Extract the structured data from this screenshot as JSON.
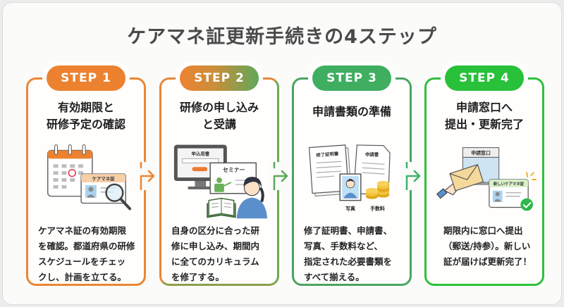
{
  "title": "ケアマネ証更新手続きの4ステップ",
  "colors": {
    "step1": "#ec8230",
    "step2_from": "#ee8231",
    "step2_to": "#5fa85a",
    "step3": "#3fae61",
    "step4": "#29c03a",
    "title_text": "#4a4a4a"
  },
  "steps": [
    {
      "badge": "STEP 1",
      "title_line1": "有効期限と",
      "title_line2": "研修予定の確認",
      "illustration": {
        "icons": [
          "calendar-icon",
          "id-card-icon",
          "magnifier-icon"
        ],
        "card_label": "ケアマネ証"
      },
      "desc_lines": [
        "ケアマネ証の有効期限",
        "を確認。都道府県の研修",
        "スケジュールをチェッ",
        "クし、計画を立てる。"
      ]
    },
    {
      "badge": "STEP 2",
      "title_line1": "研修の申し込み",
      "title_line2": "と受講",
      "illustration": {
        "icons": [
          "monitor-icon",
          "seminar-board-icon",
          "student-icon",
          "book-icon"
        ],
        "form_label": "申込用書",
        "board_label": "セミナー"
      },
      "desc_lines": [
        "自身の区分に合った研",
        "修に申し込み、期間内",
        "に全てのカリキュラム",
        "を修了する。"
      ]
    },
    {
      "badge": "STEP 3",
      "title_line1": "申請書類の準備",
      "title_line2": "",
      "illustration": {
        "icons": [
          "document-icon",
          "document-icon",
          "photo-icon",
          "coins-icon"
        ],
        "doc1_label": "修了証明書",
        "doc2_label": "申請書",
        "photo_label": "写真",
        "fee_label": "手数料"
      },
      "desc_lines": [
        "修了証明書、申請書、",
        "写真、手数料など、",
        "指定された必要書類を",
        "すべて揃える。"
      ]
    },
    {
      "badge": "STEP 4",
      "title_line1": "申請窓口へ",
      "title_line2": "提出・更新完了",
      "illustration": {
        "icons": [
          "counter-window-icon",
          "envelope-icon",
          "hand-icon",
          "new-card-icon",
          "check-icon"
        ],
        "window_label": "申請窓口",
        "card_label": "新しいケアマネ証"
      },
      "desc_lines": [
        "期限内に窓口へ提出",
        "（郵送/持参）。新しい",
        "証が届けば更新完了！"
      ]
    }
  ],
  "arrows": [
    "arrow-right-icon",
    "arrow-right-icon",
    "arrow-right-icon"
  ]
}
